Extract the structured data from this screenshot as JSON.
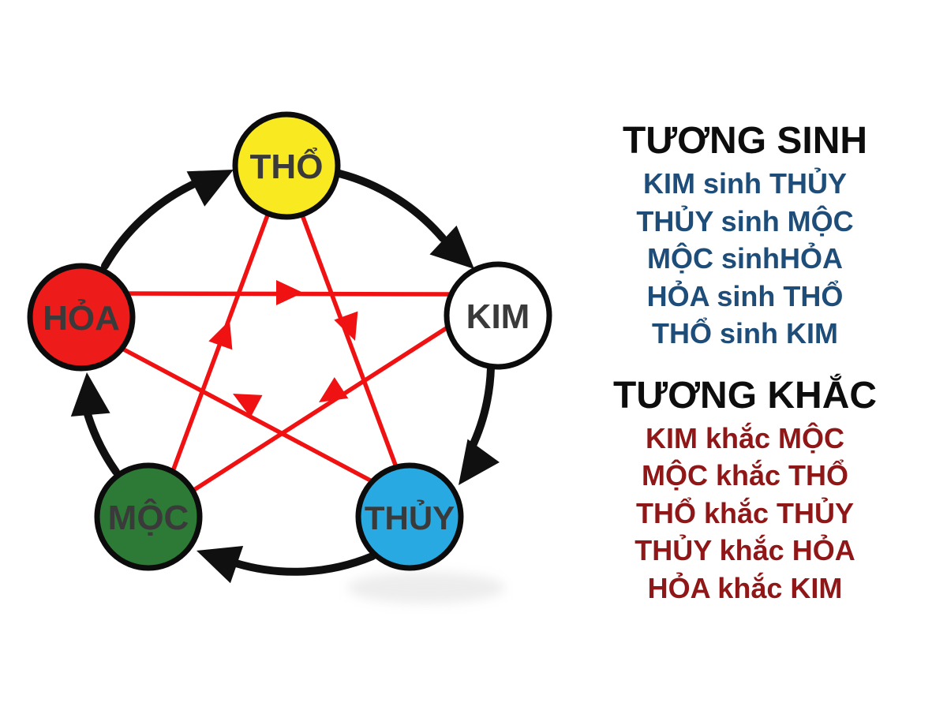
{
  "diagram": {
    "nodes": {
      "tho": {
        "label": "THỔ",
        "color": "#f8e921"
      },
      "kim": {
        "label": "KIM",
        "color": "#ffffff"
      },
      "thuy": {
        "label": "THỦY",
        "color": "#29a9e1"
      },
      "moc": {
        "label": "MỘC",
        "color": "#2c7a35"
      },
      "hoa": {
        "label": "HỎA",
        "color": "#ee1b1b"
      }
    },
    "sinh_arrow_color": "#101010",
    "khac_arrow_color": "#f01212"
  },
  "sinh": {
    "title": "TƯƠNG SINH",
    "color": "#1d4d78",
    "items": [
      "KIM sinh THỦY",
      "THỦY sinh MỘC",
      "MỘC sinhHỎA",
      "HỎA sinh THỔ",
      "THỔ sinh KIM"
    ]
  },
  "khac": {
    "title": "TƯƠNG KHẮC",
    "color": "#8f1717",
    "items": [
      "KIM khắc MỘC",
      "MỘC khắc THỔ",
      "THỔ khắc THỦY",
      "THỦY khắc HỎA",
      "HỎA khắc KIM"
    ]
  }
}
